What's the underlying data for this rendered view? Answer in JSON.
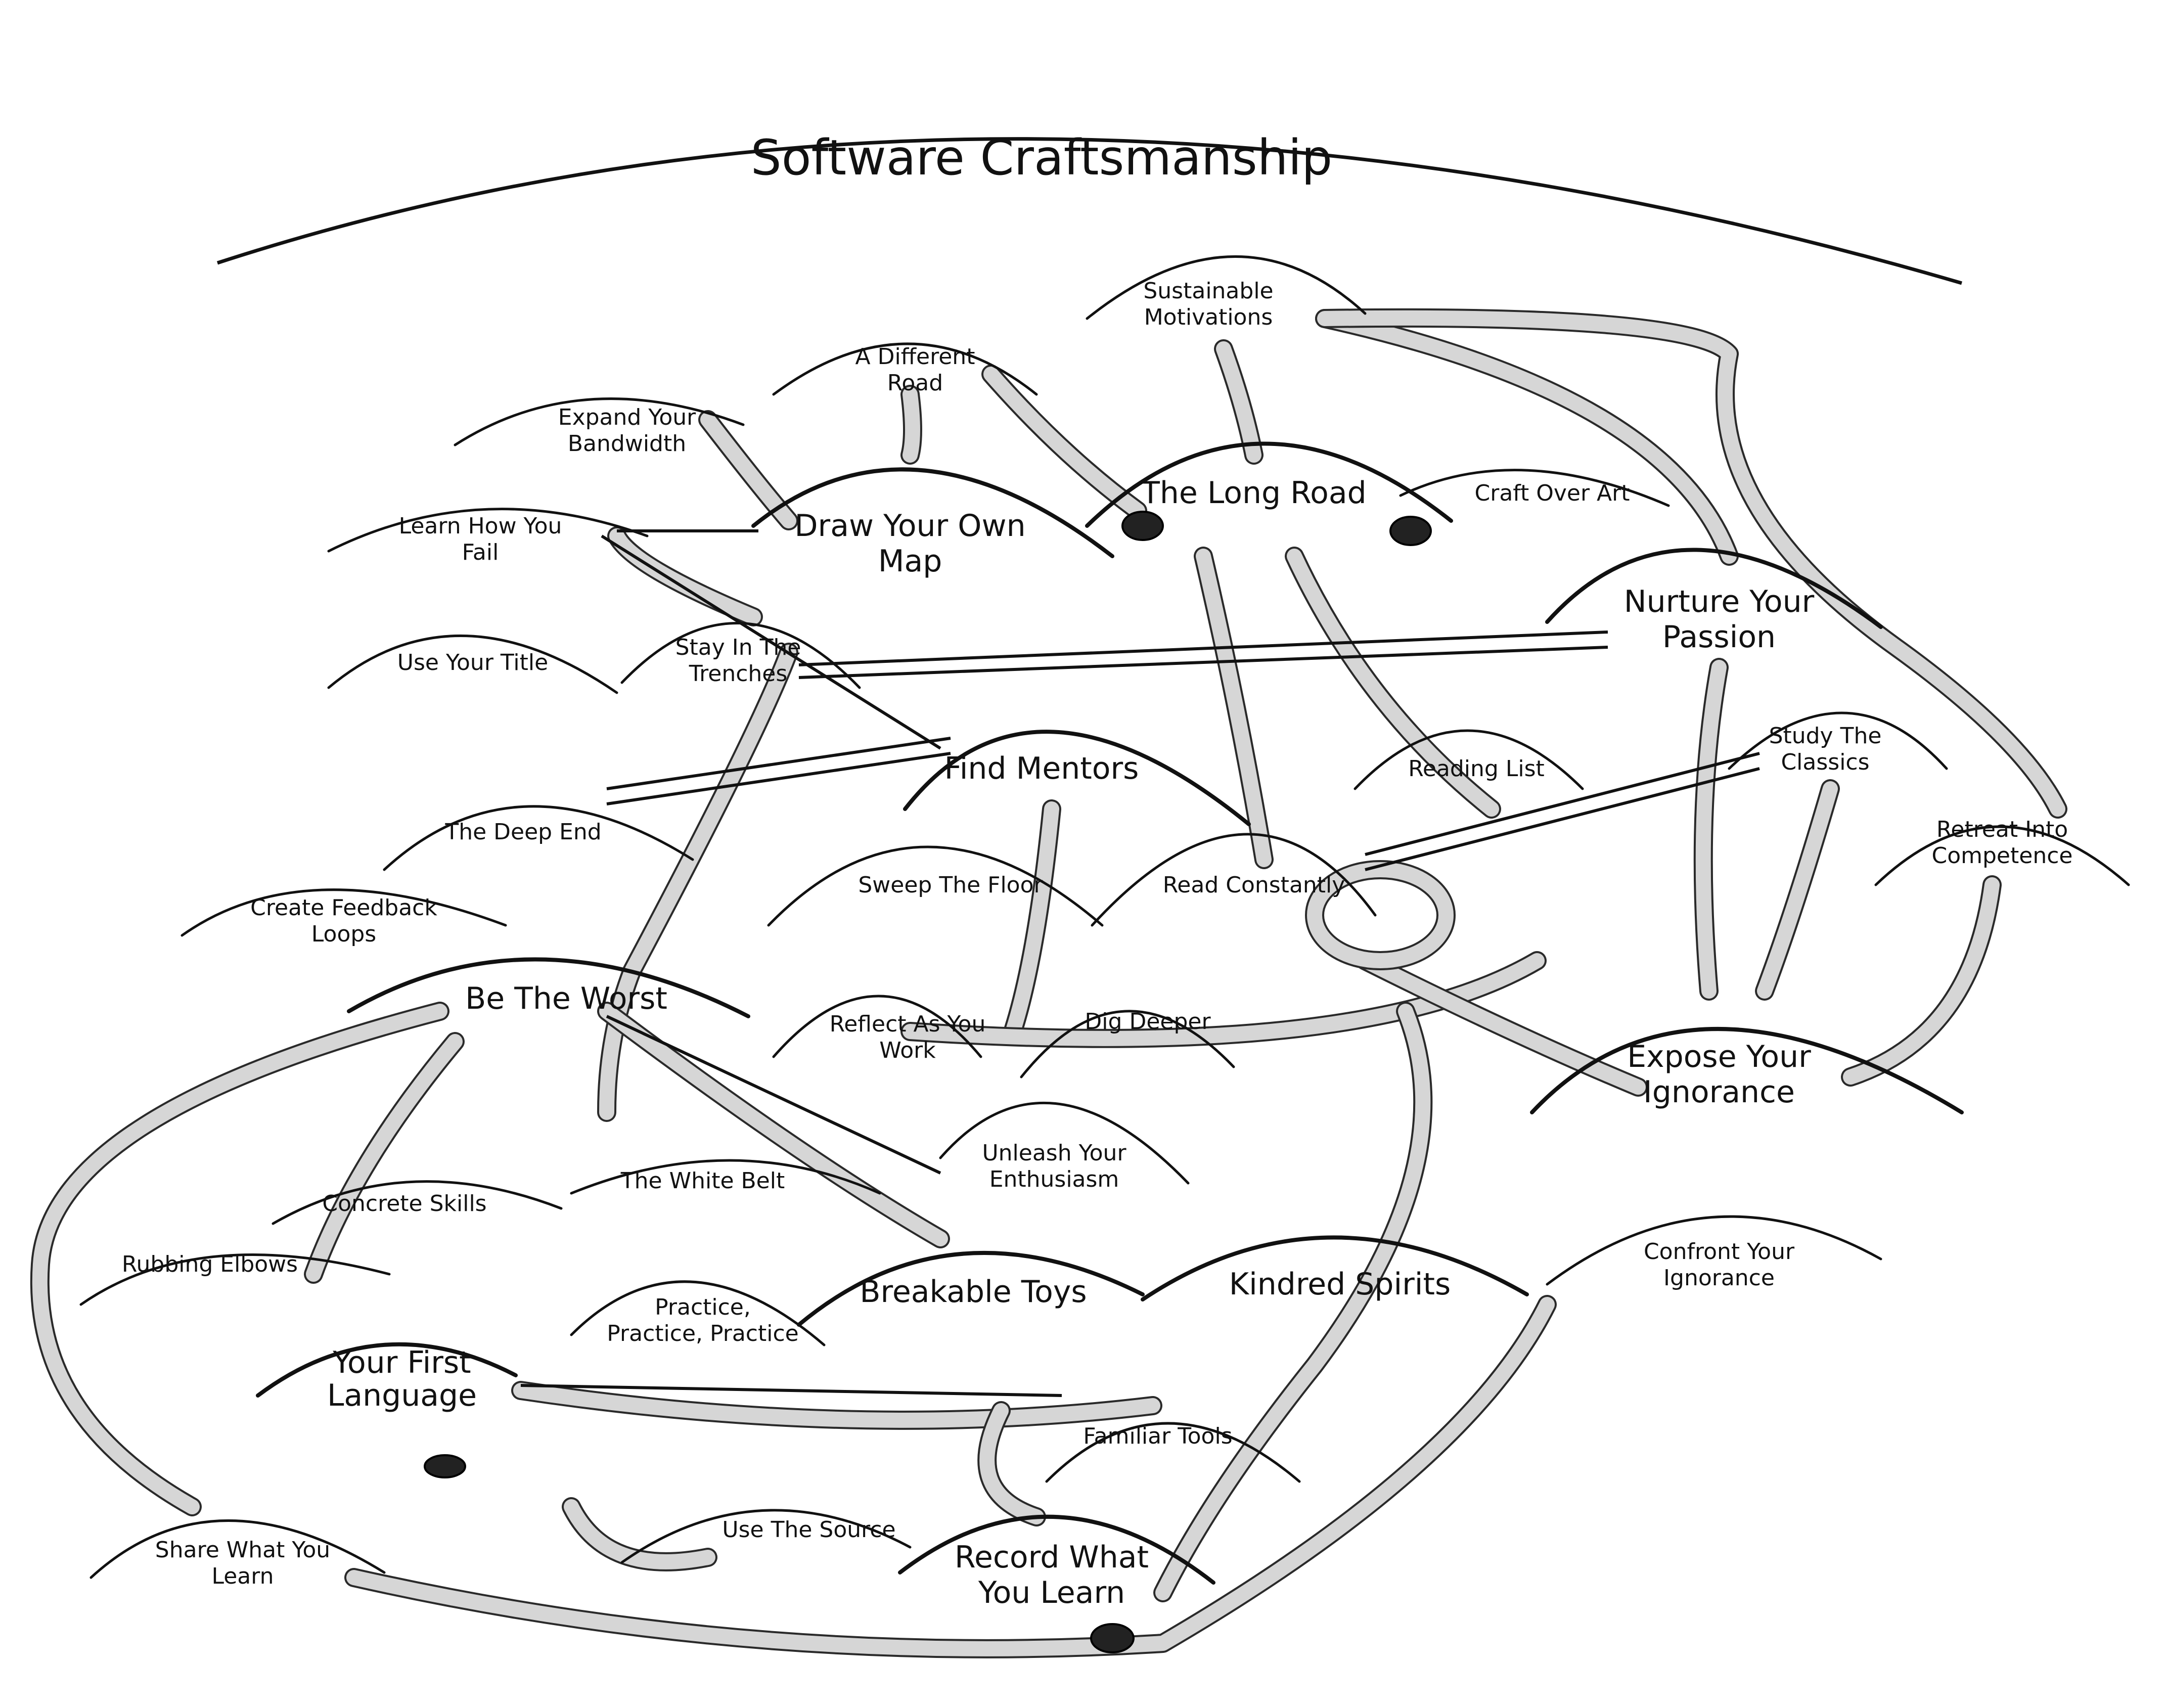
{
  "title": "Software Craftsmanship",
  "patterns": {
    "sustainable_motivations": [
      "Sustainable",
      "Motivations"
    ],
    "a_different_road": [
      "A Different",
      "Road"
    ],
    "expand_your_bandwidth": [
      "Expand Your",
      "Bandwidth"
    ],
    "the_long_road": [
      "The Long Road"
    ],
    "craft_over_art": [
      "Craft Over Art"
    ],
    "learn_how_you_fail": [
      "Learn How You",
      "Fail"
    ],
    "draw_your_own_map": [
      "Draw Your Own",
      "Map"
    ],
    "nurture_your_passion": [
      "Nurture Your",
      "Passion"
    ],
    "use_your_title": [
      "Use Your Title"
    ],
    "stay_in_the_trenches": [
      "Stay In The",
      "Trenches"
    ],
    "find_mentors": [
      "Find Mentors"
    ],
    "reading_list": [
      "Reading List"
    ],
    "study_the_classics": [
      "Study The",
      "Classics"
    ],
    "the_deep_end": [
      "The Deep End"
    ],
    "retreat_into_competence": [
      "Retreat Into",
      "Competence"
    ],
    "sweep_the_floor": [
      "Sweep The Floor"
    ],
    "read_constantly": [
      "Read Constantly"
    ],
    "create_feedback_loops": [
      "Create Feedback",
      "Loops"
    ],
    "be_the_worst": [
      "Be The Worst"
    ],
    "reflect_as_you_work": [
      "Reflect As You",
      "Work"
    ],
    "dig_deeper": [
      "Dig Deeper"
    ],
    "expose_your_ignorance": [
      "Expose Your",
      "Ignorance"
    ],
    "unleash_your_enthusiasm": [
      "Unleash Your",
      "Enthusiasm"
    ],
    "concrete_skills": [
      "Concrete Skills"
    ],
    "the_white_belt": [
      "The White Belt"
    ],
    "rubbing_elbows": [
      "Rubbing Elbows"
    ],
    "practice": [
      "Practice,",
      "Practice, Practice"
    ],
    "breakable_toys": [
      "Breakable Toys"
    ],
    "kindred_spirits": [
      "Kindred Spirits"
    ],
    "confront_your_ignorance": [
      "Confront Your",
      "Ignorance"
    ],
    "your_first_language": [
      "Your First",
      "Language"
    ],
    "familiar_tools": [
      "Familiar Tools"
    ],
    "use_the_source": [
      "Use The Source"
    ],
    "share_what_you_learn": [
      "Share What You",
      "Learn"
    ],
    "record_what_you_learn": [
      "Record What",
      "You Learn"
    ]
  }
}
